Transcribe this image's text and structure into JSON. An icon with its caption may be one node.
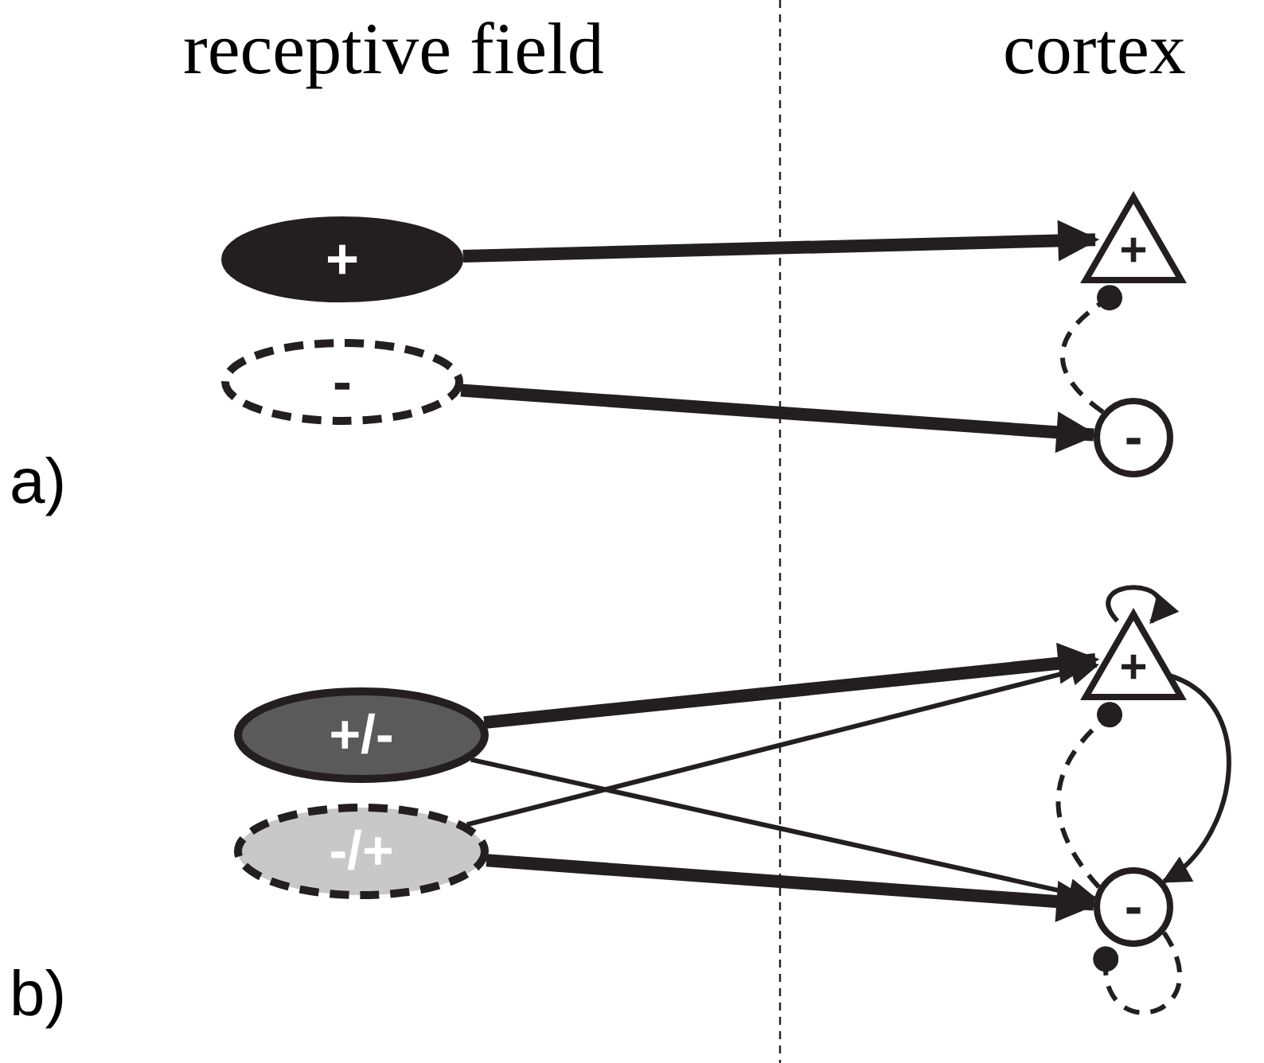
{
  "diagram": {
    "nodes": [
      {
        "text": [
          "+"
        ]
      },
      {
        "text": [
          "-"
        ]
      },
      {
        "text": [
          "+"
        ]
      },
      {
        "text": [
          "-"
        ]
      },
      {
        "text": [
          "+/-"
        ]
      },
      {
        "text": [
          "-/+"
        ]
      },
      {
        "text": [
          "+"
        ]
      },
      {
        "text": [
          "-"
        ]
      }
    ],
    "edges": [
      {
        "from": 0,
        "to": 2,
        "arrow": "to",
        "style": "thick"
      },
      {
        "from": 1,
        "to": 3,
        "arrow": "to",
        "style": "thick"
      },
      {
        "from": 3,
        "to": 2,
        "arrow": "other",
        "style": "dashed"
      },
      {
        "from": 4,
        "to": 6,
        "arrow": "to",
        "style": "thick"
      },
      {
        "from": 4,
        "to": 7,
        "arrow": "to"
      },
      {
        "from": 5,
        "to": 6,
        "arrow": "to"
      },
      {
        "from": 5,
        "to": 7,
        "arrow": "to",
        "style": "thick"
      },
      {
        "from": 6,
        "to": 6,
        "arrow": "to"
      },
      {
        "from": 6,
        "to": 7,
        "arrow": "to"
      },
      {
        "from": 7,
        "to": 6,
        "arrow": "other",
        "style": "dashed"
      },
      {
        "from": 7,
        "to": 7,
        "arrow": "other",
        "style": "dashed"
      }
    ],
    "labels": [
      "receptive field",
      "cortex",
      "a)",
      "b)"
    ]
  }
}
